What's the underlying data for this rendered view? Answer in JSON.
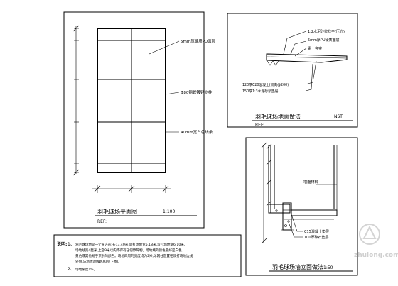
{
  "plan": {
    "label_surface": "5mm厚硬质PU面层",
    "label_post": "Φ80钢管镀锌立柱",
    "label_line": "40mm宽白色线条",
    "title": "羽毛球场平面图",
    "scale": "1:100",
    "ref": "REF:"
  },
  "section": {
    "label_finish": "1:2水泥砂浆找平(压光)",
    "label_pu": "5mm厚PU硬质面层",
    "label_soil": "素土夯实",
    "label_concrete": "120厚C20混凝土(双向@200)",
    "label_gravel": "150厚1:3水泥砂浆垫层",
    "title": "羽毛球场地面做法",
    "nts": "NST",
    "ref": "REF:"
  },
  "detail": {
    "label_material": "墙面材料",
    "label_c15": "C15混凝土垫层",
    "label_gravel": "100厚碎石垫层",
    "title": "羽毛球场墙立面做法",
    "scale": "1:50"
  },
  "notes": {
    "heading": "说明:",
    "item1_num": "1、",
    "item1_text": "羽毛球场地是一个长方形,长13.40米,单打场地宽5.18米,双打场地宽6.10米。",
    "item1_line2": "场地线宽4厘米,上空9米以内不得有任何障碍物。场地线的颜色最好是白色、",
    "item1_line3": "黄色或其他易于识别的颜色。场地四周的宽度均为2米,球网柱放置在双打场地边线",
    "item1_line4": "外侧,与场地边线距离(见下图)。",
    "item2_num": "2、",
    "item2_text": "场地坡度1%。"
  },
  "watermark": "zhulong.com"
}
